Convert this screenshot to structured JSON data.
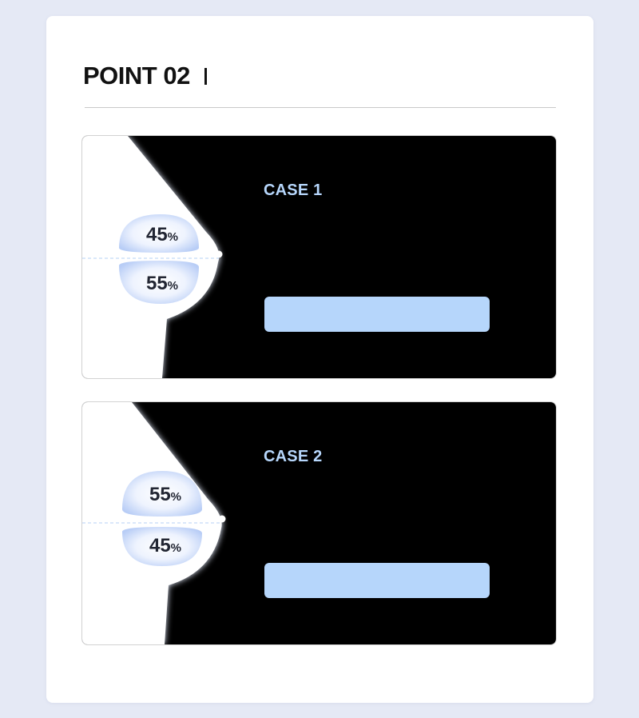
{
  "section": {
    "title": "POINT 02"
  },
  "cases": [
    {
      "label": "CASE 1",
      "upper_percent": "45",
      "lower_percent": "55",
      "unit": "%"
    },
    {
      "label": "CASE 2",
      "upper_percent": "55",
      "lower_percent": "45",
      "unit": "%"
    }
  ],
  "colors": {
    "background": "#e5e9f5",
    "panel": "#000000",
    "accent": "#b6d6fb",
    "text": "#111111"
  }
}
